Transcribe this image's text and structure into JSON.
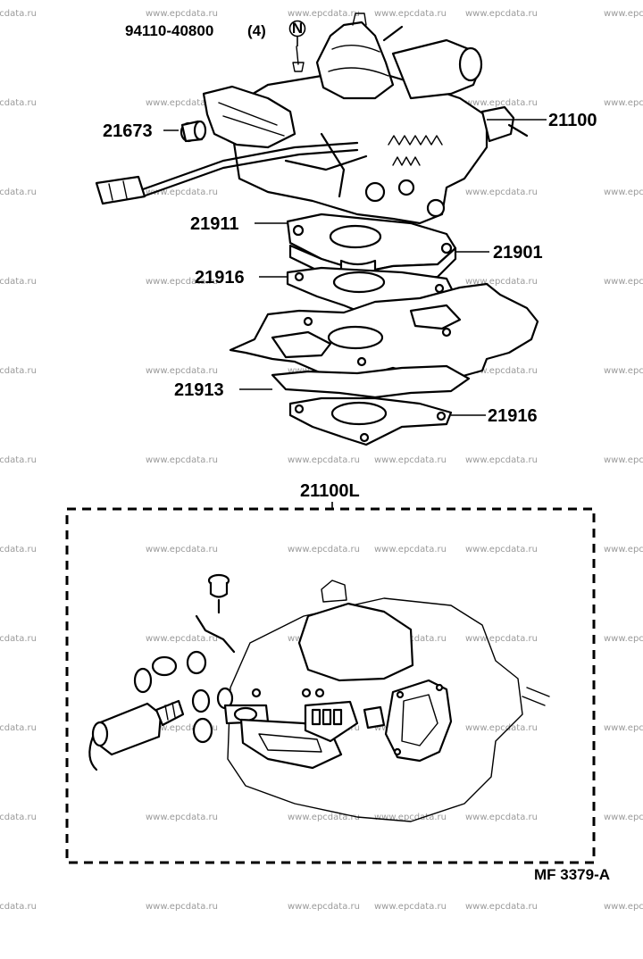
{
  "watermark": "www.epcdata.ru",
  "callouts": {
    "bolt_part": "94110-40800",
    "bolt_qty": "(4)",
    "note_symbol": "N",
    "part_21673": "21673",
    "part_21100": "21100",
    "part_21911": "21911",
    "part_21901": "21901",
    "part_21916_upper": "21916",
    "part_21913": "21913",
    "part_21916_lower": "21916",
    "kit_label": "21100L"
  },
  "figure_code": "MF 3379-A"
}
